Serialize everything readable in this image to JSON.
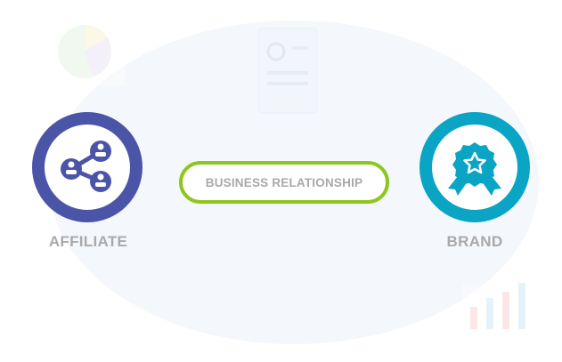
{
  "affiliate": {
    "label": "AFFILIATE",
    "icon": "share-network-icon",
    "color": "#4b55a8"
  },
  "brand": {
    "label": "BRAND",
    "icon": "award-badge-icon",
    "color": "#0aa4c5"
  },
  "relationship": {
    "label": "BUSINESS RELATIONSHIP",
    "color": "#8dc71e"
  }
}
